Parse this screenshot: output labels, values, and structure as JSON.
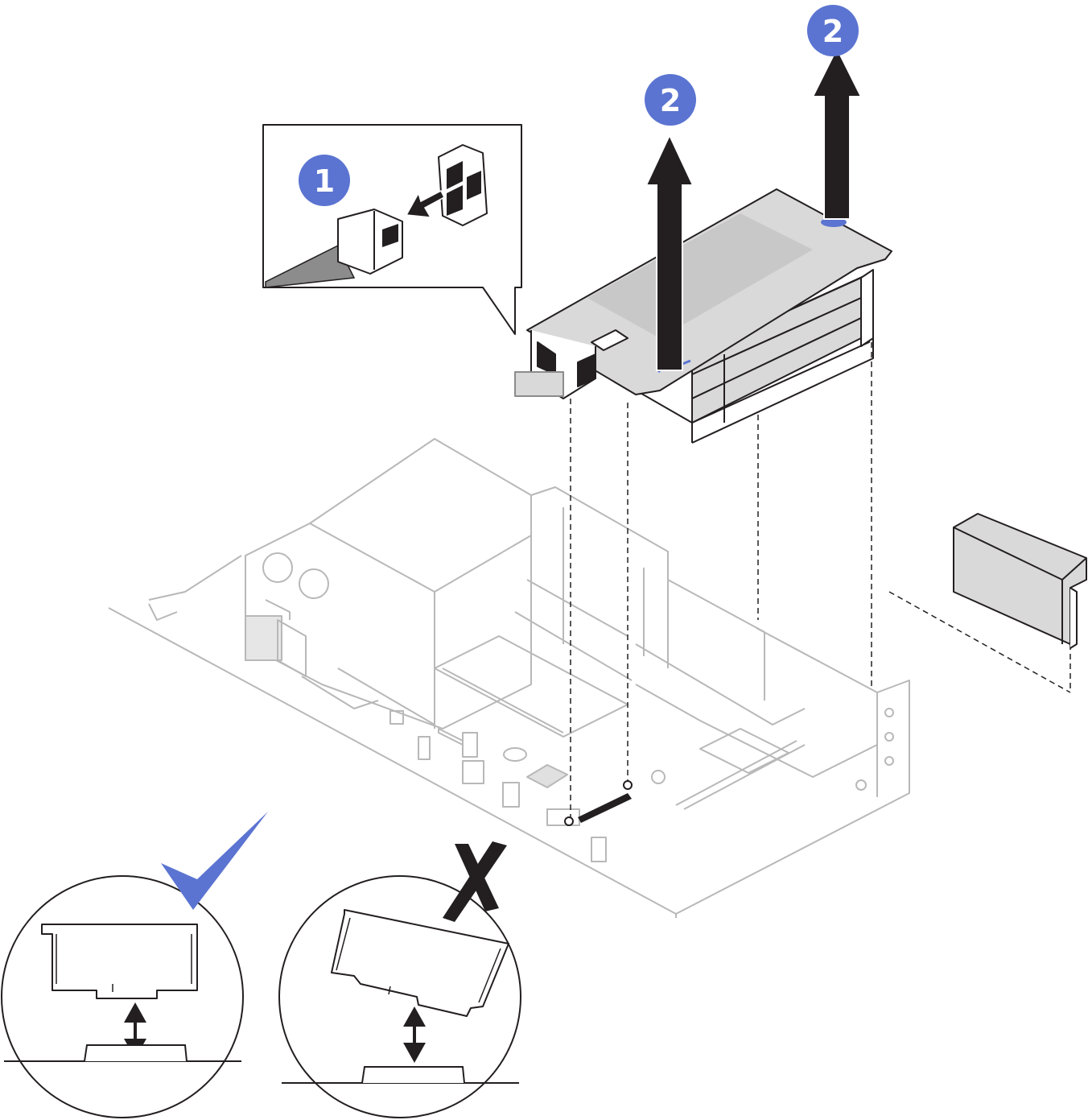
{
  "colors": {
    "accent": "#5b74d1",
    "line": "#231f20",
    "light_line": "#b8b8b8",
    "fill_gray": "#d9d9d9",
    "cable_gray": "#8c8c8c",
    "check": "#5b74d1"
  },
  "callouts": [
    {
      "id": "step-1",
      "text": "1"
    },
    {
      "id": "step-2a",
      "text": "2"
    },
    {
      "id": "step-2b",
      "text": "2"
    }
  ],
  "icons": {
    "check": "checkmark-icon",
    "cross": "cross-icon",
    "arrow": "arrow-up-icon",
    "updown": "double-arrow-icon"
  }
}
